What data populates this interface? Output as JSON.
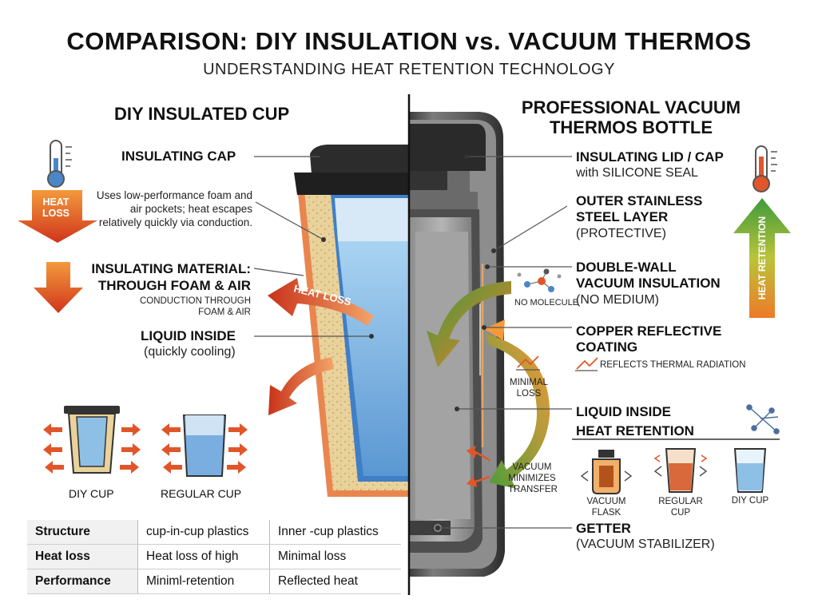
{
  "header": {
    "title": "COMPARISON: DIY INSULATION vs. VACUUM THERMOS",
    "subtitle": "UNDERSTANDING HEAT RETENTION TECHNOLOGY"
  },
  "left": {
    "heading": "DIY INSULATED CUP",
    "heat_loss_badge": [
      "HEAT",
      "LOSS"
    ],
    "cap_label": "INSULATING CAP",
    "note": "Uses low-performance foam and air pockets; heat escapes relatively quickly via conduction.",
    "material_label": [
      "INSULATING MATERIAL:",
      "THROUGH FOAM & AIR"
    ],
    "material_sub": [
      "CONDUCTION THROUGH",
      "FOAM & AIR"
    ],
    "heat_loss_arrow": "HEAT LOSS",
    "liquid_label": "LIQUID INSIDE",
    "liquid_sub": "(quickly cooling)",
    "diy_cup": "DIY CUP",
    "regular_cup": "REGULAR CUP"
  },
  "right": {
    "heading": [
      "PROFESSIONAL VACUUM",
      "THERMOS BOTTLE"
    ],
    "lid_label": "INSULATING LID / CAP",
    "lid_sub": "with SILICONE SEAL",
    "outer_label": [
      "OUTER STAINLESS",
      "STEEL LAYER"
    ],
    "outer_sub": "(PROTECTIVE)",
    "vacuum_label": [
      "DOUBLE-WALL",
      "VACUUM INSULATION"
    ],
    "vacuum_sub": "(NO MEDIUM)",
    "no_molecule": "NO MOLECULE",
    "copper_label": [
      "COPPER REFLECTIVE",
      "COATING"
    ],
    "copper_sub": "REFLECTS THERMAL RADIATION",
    "minimal_loss": [
      "MINIMAL",
      "LOSS"
    ],
    "liquid_label": [
      "LIQUID INSIDE",
      "HEAT RETENTION"
    ],
    "vacuum_minimizes": [
      "VACUUM",
      "MINIMIZES",
      "TRANSFER"
    ],
    "heat_retention": "HEAT RETENTION",
    "cups": [
      [
        "VACUUM",
        "FLASK"
      ],
      [
        "REGULAR",
        "CUP"
      ],
      [
        "DIY CUP"
      ]
    ],
    "getter_label": "GETTER",
    "getter_sub": "(VACUUM STABILIZER)"
  },
  "table": {
    "rows": [
      [
        "Structure",
        "cup-in-cup plastics",
        "Inner -cup plastics"
      ],
      [
        "Heat loss",
        "Heat loss of high",
        "Minimal loss"
      ],
      [
        "Performance",
        "Miniml-retention",
        "Reflected heat"
      ]
    ]
  },
  "colors": {
    "heat": "#d9411e",
    "cold": "#5aa0d8",
    "foam": "#e8cf9a",
    "retention": "#3f9a3c",
    "steel": "#6f6f6f"
  }
}
